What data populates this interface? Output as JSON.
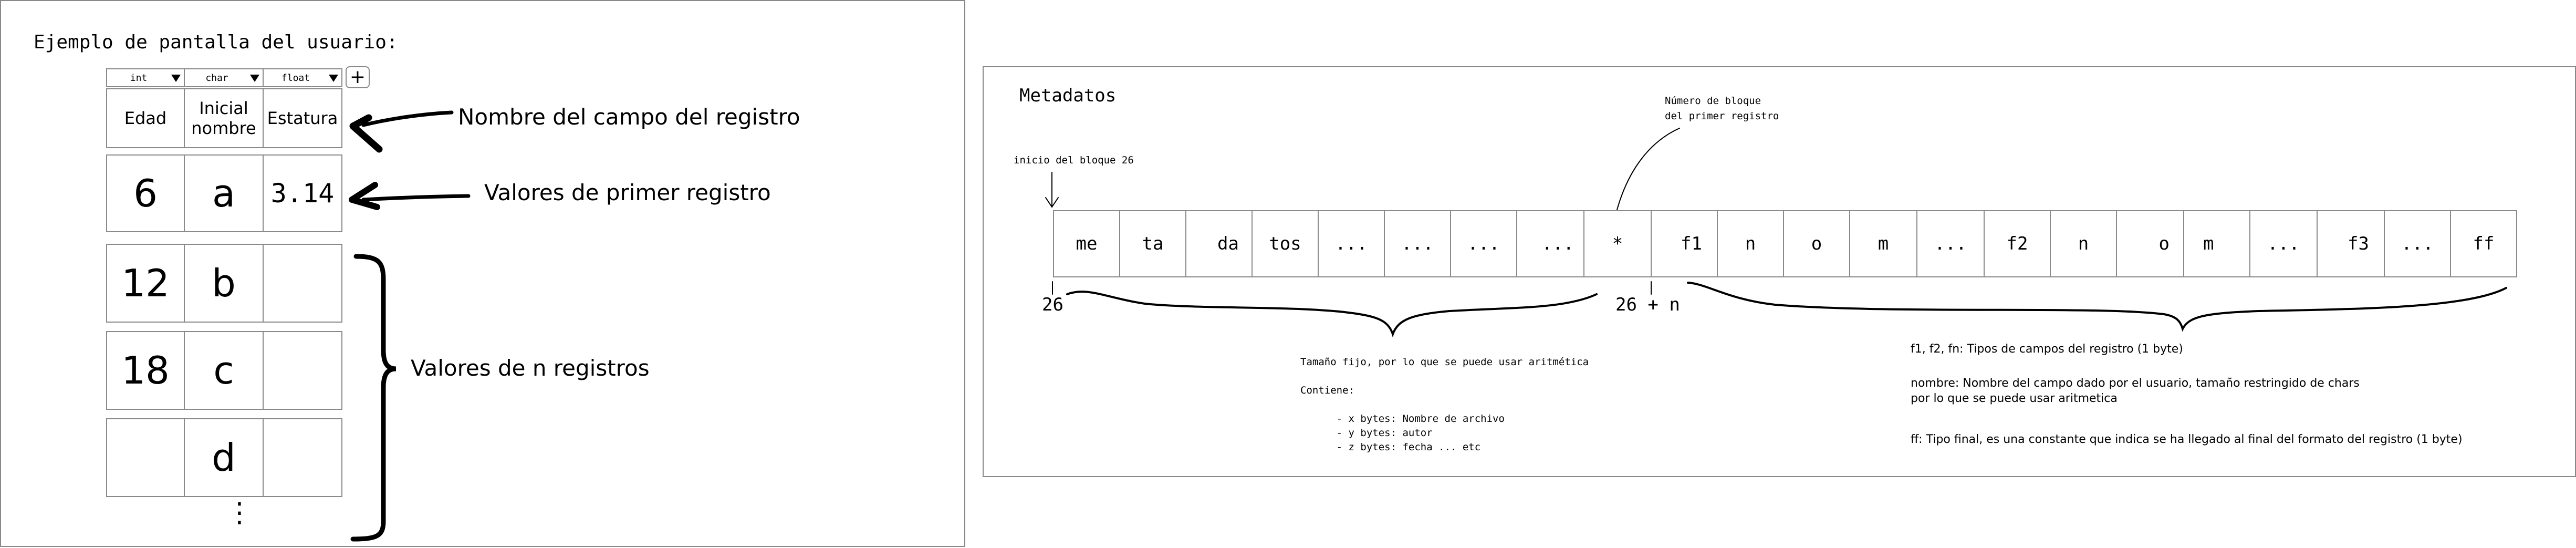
{
  "left": {
    "title": "Ejemplo de pantalla del usuario:",
    "type_headers": [
      "int",
      "char",
      "float"
    ],
    "add_label": "+",
    "field_names": [
      "Edad",
      "Inicial\nnombre",
      "Estatura"
    ],
    "first_record": [
      "6",
      "a",
      "3.14"
    ],
    "rows": [
      [
        "12",
        "b",
        ""
      ],
      [
        "18",
        "c",
        ""
      ],
      [
        "",
        "d",
        ""
      ]
    ],
    "ellipsis": "⋮",
    "label_field_name": "Nombre del campo del registro",
    "label_first_values": "Valores de primer registro",
    "label_n_values": "Valores de n registros"
  },
  "right": {
    "title": "Metadatos",
    "block_start_label": "inicio del bloque 26",
    "block_num_label": "Número de bloque\ndel primer registro",
    "cells": [
      "me",
      "ta",
      "da",
      "tos",
      "...",
      "...",
      "...",
      "...",
      "*",
      "f1",
      "n",
      "o",
      "m",
      "...",
      "f2",
      "n",
      "o",
      "m",
      "...",
      "f3",
      "...",
      "ff"
    ],
    "mark_26": "26",
    "mark_26n": "26 + n",
    "fixed_note": "Tamaño fijo, por lo que se puede usar aritmética\n\nContiene:\n\n      - x bytes: Nombre de archivo\n      - y bytes: autor\n      - z bytes: fecha ... etc",
    "types_note": "f1, f2, fn: Tipos de campos del registro (1 byte)",
    "name_note": "nombre: Nombre del campo dado por el usuario, tamaño restringido de chars\npor lo que se puede usar aritmetica",
    "ff_note": "ff: Tipo final, es una constante que indica se ha llegado al final del formato del registro (1 byte)"
  }
}
